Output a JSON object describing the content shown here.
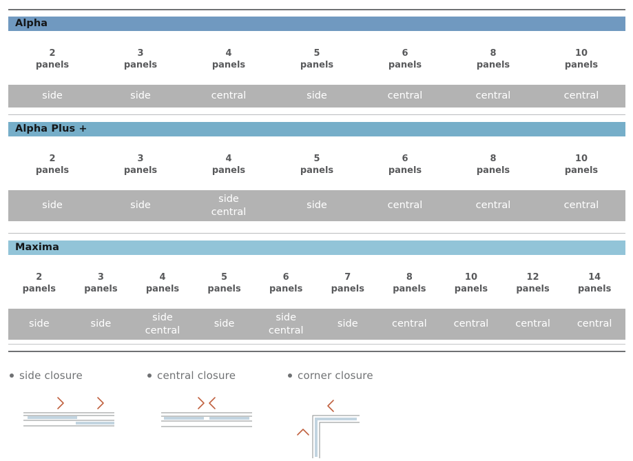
{
  "colors": {
    "band_alpha": "#7099c0",
    "band_alpha_plus": "#76aec9",
    "band_maxima": "#92c4d8",
    "closure_row": "#b3b3b3",
    "rule_dark": "#6f7173",
    "rule_light": "#c2c4c6",
    "arrow_accent": "#c0613f",
    "panel_fill": "#c2d4e0",
    "outline": "#8a8c8e",
    "text_gray": "#58595b",
    "text_legend": "#6f7173",
    "closure_text": "#ffffff"
  },
  "sections": [
    {
      "name": "alpha",
      "title": "Alpha",
      "band_color": "#7099c0",
      "columns": [
        {
          "count": "2",
          "unit": "panels",
          "closure": "side"
        },
        {
          "count": "3",
          "unit": "panels",
          "closure": "side"
        },
        {
          "count": "4",
          "unit": "panels",
          "closure": "central"
        },
        {
          "count": "5",
          "unit": "panels",
          "closure": "side"
        },
        {
          "count": "6",
          "unit": "panels",
          "closure": "central"
        },
        {
          "count": "8",
          "unit": "panels",
          "closure": "central"
        },
        {
          "count": "10",
          "unit": "panels",
          "closure": "central"
        }
      ]
    },
    {
      "name": "alpha-plus",
      "title": "Alpha Plus +",
      "band_color": "#76aec9",
      "columns": [
        {
          "count": "2",
          "unit": "panels",
          "closure": "side"
        },
        {
          "count": "3",
          "unit": "panels",
          "closure": "side"
        },
        {
          "count": "4",
          "unit": "panels",
          "closure": "side\ncentral"
        },
        {
          "count": "5",
          "unit": "panels",
          "closure": "side"
        },
        {
          "count": "6",
          "unit": "panels",
          "closure": "central"
        },
        {
          "count": "8",
          "unit": "panels",
          "closure": "central"
        },
        {
          "count": "10",
          "unit": "panels",
          "closure": "central"
        }
      ]
    },
    {
      "name": "maxima",
      "title": "Maxima",
      "band_color": "#92c4d8",
      "columns": [
        {
          "count": "2",
          "unit": "panels",
          "closure": "side"
        },
        {
          "count": "3",
          "unit": "panels",
          "closure": "side"
        },
        {
          "count": "4",
          "unit": "panels",
          "closure": "side\ncentral"
        },
        {
          "count": "5",
          "unit": "panels",
          "closure": "side"
        },
        {
          "count": "6",
          "unit": "panels",
          "closure": "side\ncentral"
        },
        {
          "count": "7",
          "unit": "panels",
          "closure": "side"
        },
        {
          "count": "8",
          "unit": "panels",
          "closure": "central"
        },
        {
          "count": "10",
          "unit": "panels",
          "closure": "central"
        },
        {
          "count": "12",
          "unit": "panels",
          "closure": "central"
        },
        {
          "count": "14",
          "unit": "panels",
          "closure": "central"
        }
      ]
    }
  ],
  "legend": [
    {
      "name": "side-closure",
      "label": "side closure"
    },
    {
      "name": "central-closure",
      "label": "central closure"
    },
    {
      "name": "corner-closure",
      "label": "corner closure"
    }
  ]
}
